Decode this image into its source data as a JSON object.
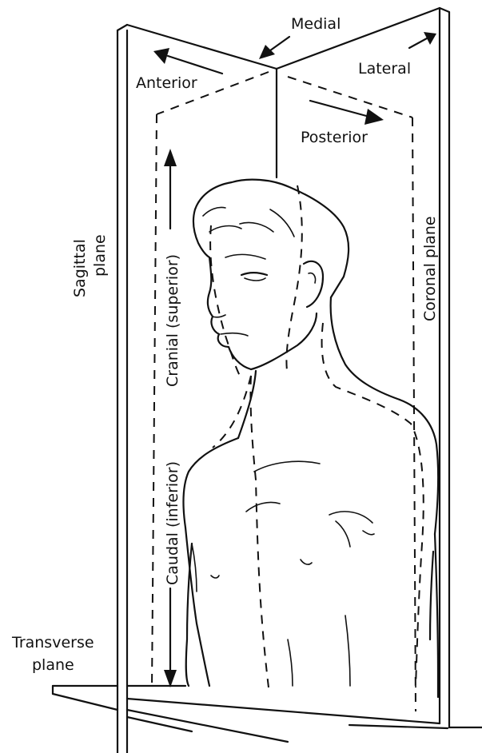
{
  "labels": {
    "medial": "Medial",
    "lateral": "Lateral",
    "anterior": "Anterior",
    "posterior": "Posterior",
    "sagittal_line1": "Sagittal",
    "sagittal_line2": "plane",
    "coronal": "Coronal plane",
    "cranial": "Cranial (superior)",
    "caudal": "Caudal (inferior)",
    "transverse_line1": "Transverse",
    "transverse_line2": "plane"
  },
  "colors": {
    "ink": "#111111",
    "background": "#ffffff"
  }
}
